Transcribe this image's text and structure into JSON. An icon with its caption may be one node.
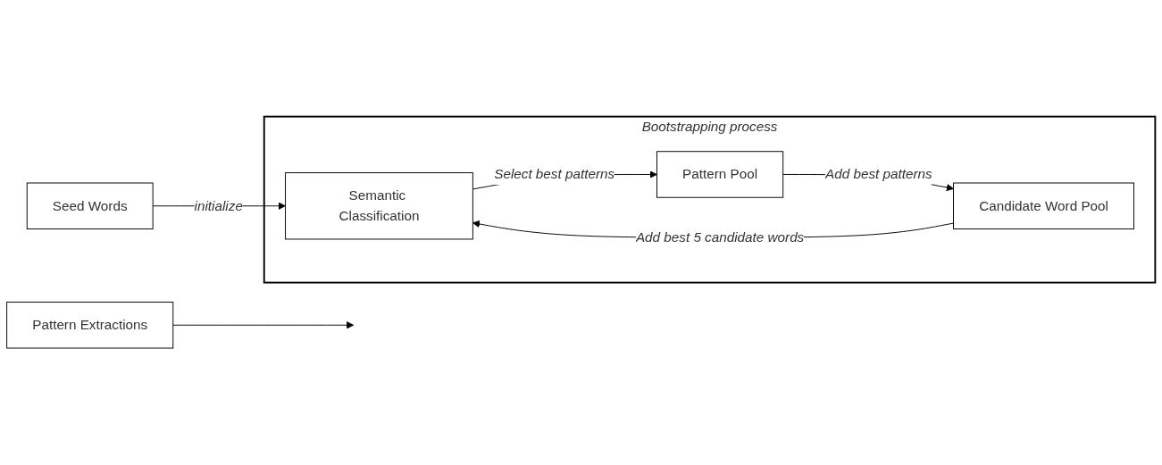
{
  "diagram": {
    "nodes": [
      {
        "text": [
          "Bootstrapping process"
        ]
      },
      {
        "text": [
          "Seed Words"
        ]
      },
      {
        "text": [
          "Pattern Extractions"
        ]
      },
      {
        "text": [
          "Semantic Classification"
        ],
        "in": 0
      },
      {
        "text": [
          "Pattern Pool"
        ],
        "in": 0
      },
      {
        "text": [
          "Candidate Word Pool"
        ],
        "in": 0
      }
    ],
    "edges": [
      {
        "from": 1,
        "to": 3,
        "arrow": "to",
        "label": "initialize"
      },
      {
        "from": 2,
        "to": null,
        "arrow": "to"
      },
      {
        "from": 3,
        "to": 4,
        "arrow": "to",
        "label": "Select best patterns"
      },
      {
        "from": 4,
        "to": 5,
        "arrow": "to",
        "label": "Add best patterns"
      },
      {
        "from": 5,
        "to": 3,
        "arrow": "to",
        "label": "Add best 5 candidate words"
      }
    ]
  }
}
